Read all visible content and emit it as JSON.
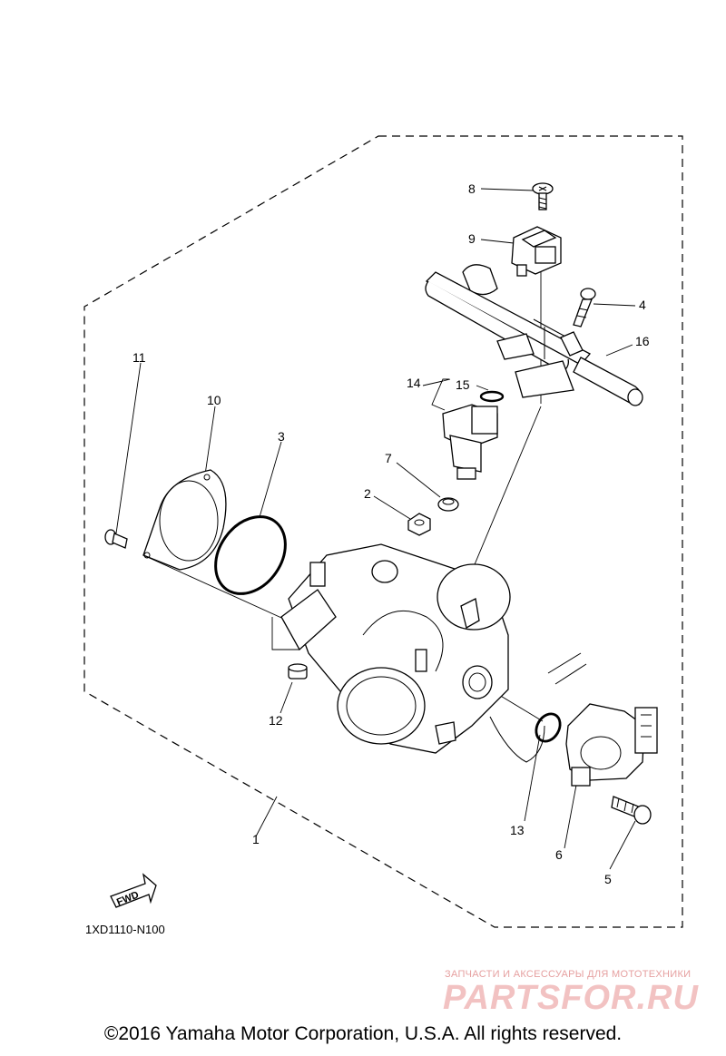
{
  "diagram": {
    "callouts": [
      "1",
      "2",
      "3",
      "4",
      "5",
      "6",
      "7",
      "8",
      "9",
      "10",
      "11",
      "12",
      "13",
      "14",
      "15",
      "16"
    ],
    "drawing_code": "1XD1110-N100",
    "fwd_label": "FWD"
  },
  "footer": {
    "copyright": "©2016 Yamaha Motor Corporation, U.S.A. All rights reserved."
  },
  "watermark": {
    "tagline": "ЗАПЧАСТИ И АКСЕССУАРЫ ДЛЯ МОТОТЕХНИКИ",
    "brand": "PARTSFOR.RU"
  }
}
